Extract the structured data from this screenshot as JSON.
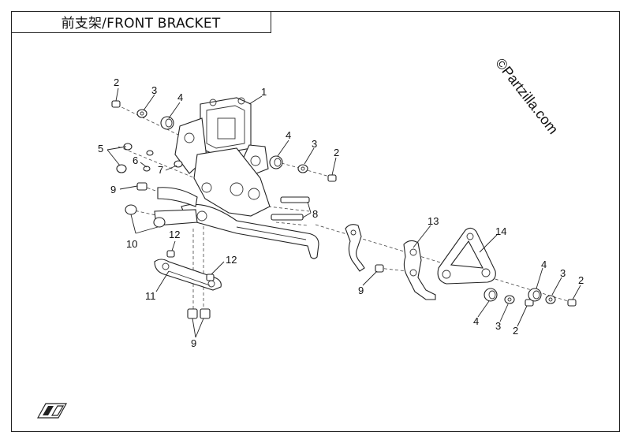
{
  "title": "前支架/FRONT BRACKET",
  "watermark": "©Partzilla.com",
  "callouts": {
    "c1": "1",
    "c2a": "2",
    "c2b": "2",
    "c2c": "2",
    "c2d": "2",
    "c3a": "3",
    "c3b": "3",
    "c3c": "3",
    "c3d": "3",
    "c4a": "4",
    "c4b": "4",
    "c4c": "4",
    "c4d": "4",
    "c5": "5",
    "c6": "6",
    "c7": "7",
    "c8": "8",
    "c9a": "9",
    "c9b": "9",
    "c9c": "9",
    "c10": "10",
    "c11": "11",
    "c12a": "12",
    "c12b": "12",
    "c13": "13",
    "c14": "14"
  }
}
